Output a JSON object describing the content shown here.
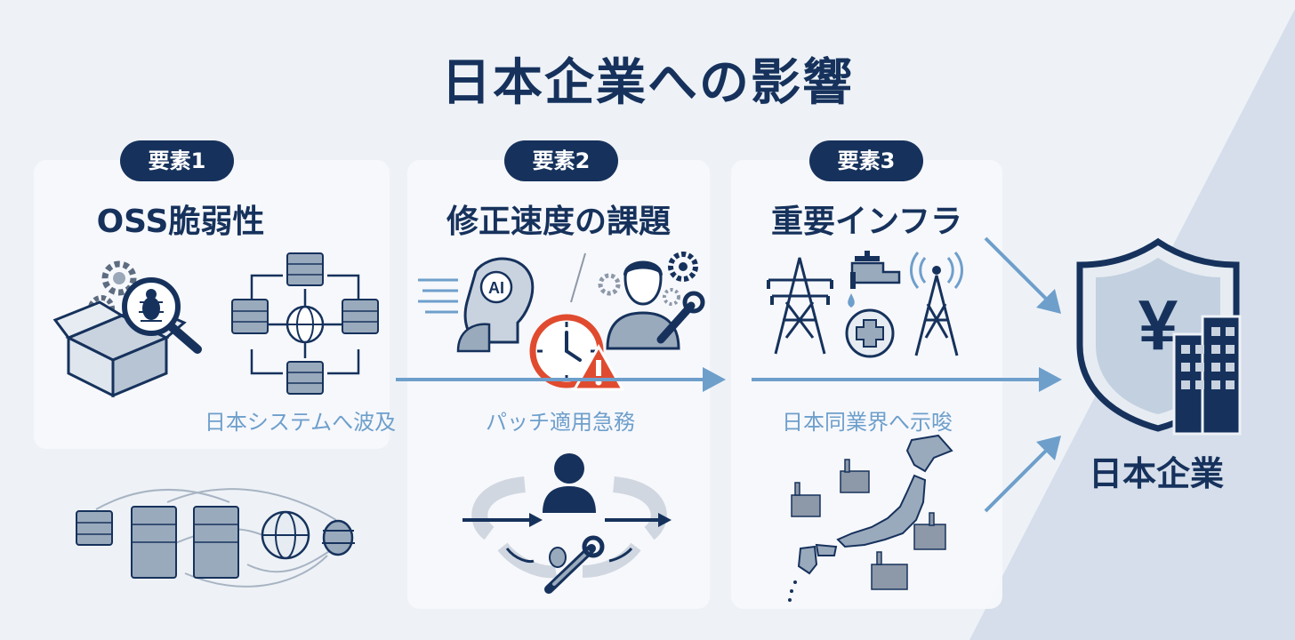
{
  "title": "日本企業への影響",
  "factors": [
    {
      "badge": "要素1",
      "title": "OSS脆弱性",
      "caption": "日本システムへ波及"
    },
    {
      "badge": "要素2",
      "title": "修正速度の課題",
      "caption": "パッチ適用急務",
      "ai_label": "AI"
    },
    {
      "badge": "要素3",
      "title": "重要インフラ",
      "caption": "日本同業界へ示唆"
    }
  ],
  "target": {
    "label": "日本企業",
    "symbol": "¥"
  },
  "colors": {
    "navy": "#16325c",
    "accent_blue": "#6e9fcb",
    "alert_red": "#e04b2f",
    "background": "#eef2f7"
  }
}
